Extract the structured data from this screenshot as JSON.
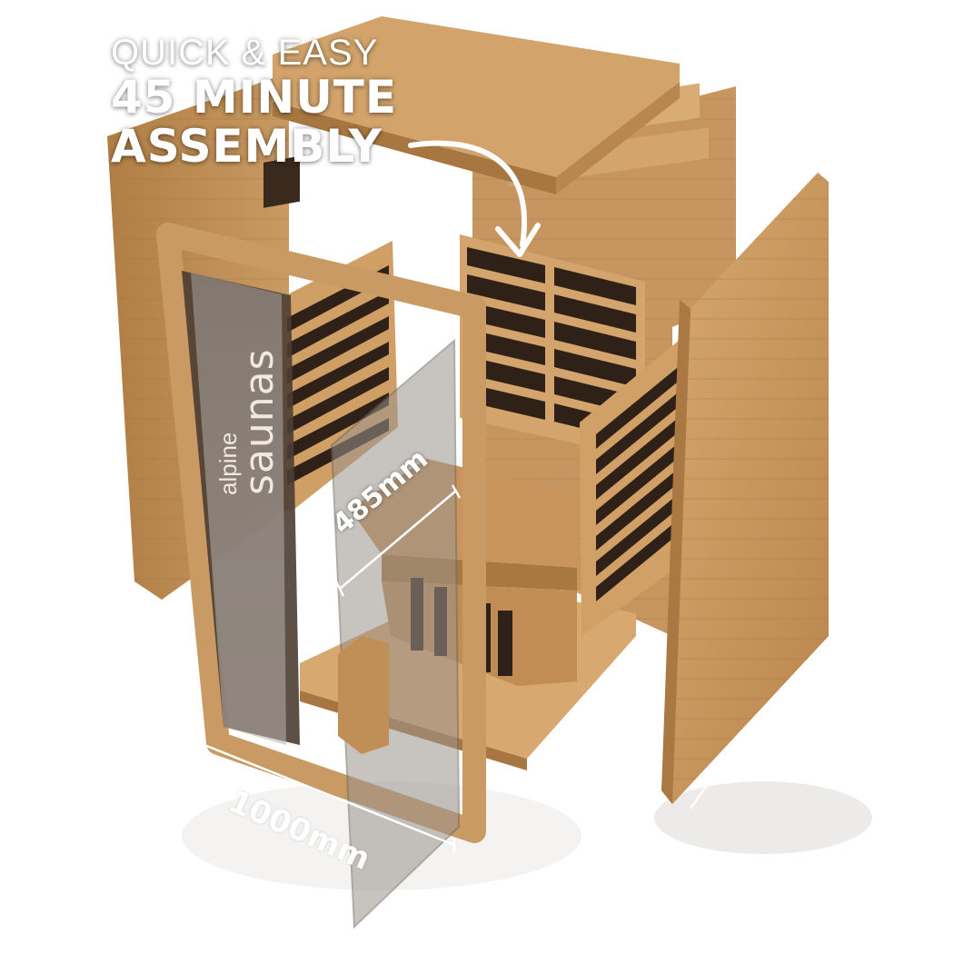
{
  "headline": {
    "line1": "QUICK & EASY",
    "line2": "45 MINUTE",
    "line3": "ASSEMBLY"
  },
  "brand": {
    "small": "alpine",
    "big": "saunas"
  },
  "dimensions": {
    "bench_width": "485mm",
    "front_width": "1000mm"
  },
  "icons": [
    "stopwatch-icon",
    "curved-arrow-icon"
  ],
  "colors": {
    "wood": "#c99a63",
    "wood_dark": "#a8773f",
    "panel_dark": "#3a2a1e",
    "glass": "#8d857e",
    "text": "#ffffff"
  }
}
